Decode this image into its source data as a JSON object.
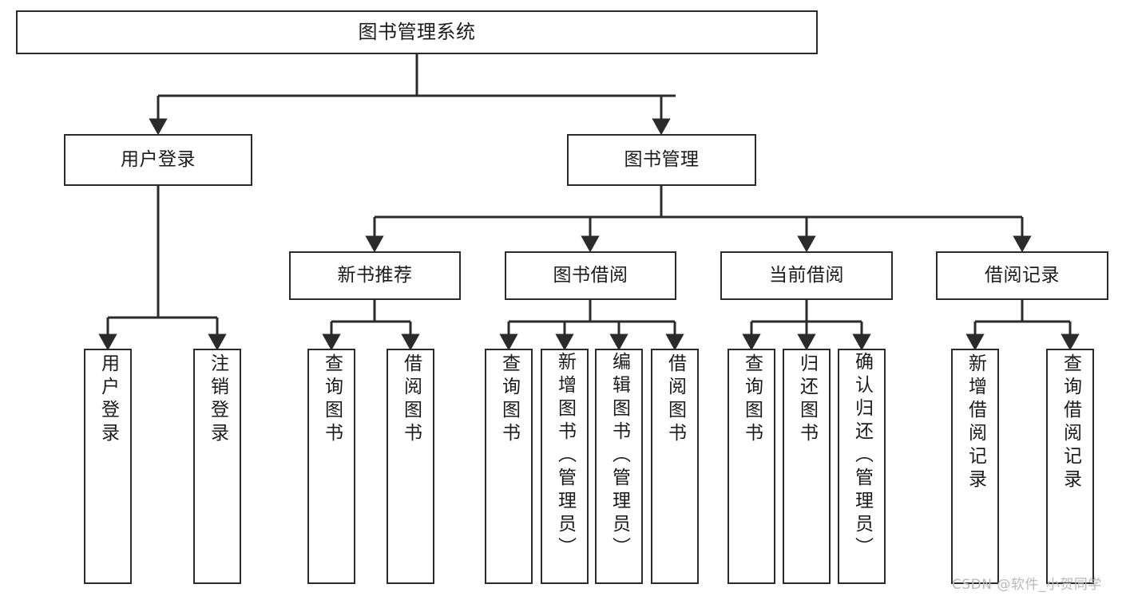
{
  "diagram": {
    "type": "tree-hierarchy-functional-structure",
    "title": "图书管理系统",
    "watermark": "CSDN @软件_小贺同学",
    "colors": {
      "node_border": "#2b2b2b",
      "node_fill": "#ffffff",
      "connector": "#2b2b2b",
      "background": "#ffffff",
      "watermark": "#b9b9b9"
    },
    "nodes": {
      "root": {
        "label": "图书管理系统"
      },
      "level2": [
        {
          "id": "user-login",
          "label": "用户登录"
        },
        {
          "id": "book-management",
          "label": "图书管理"
        }
      ],
      "level3": [
        {
          "id": "new-book-recommend",
          "label": "新书推荐"
        },
        {
          "id": "book-borrow",
          "label": "图书借阅"
        },
        {
          "id": "current-borrow",
          "label": "当前借阅"
        },
        {
          "id": "borrow-record",
          "label": "借阅记录"
        }
      ],
      "leaves": {
        "user-login": [
          {
            "id": "leaf-user-login",
            "label": "用户登录"
          },
          {
            "id": "leaf-logout",
            "label": "注销登录"
          }
        ],
        "new-book-recommend": [
          {
            "id": "leaf-query-book-1",
            "label": "查询图书"
          },
          {
            "id": "leaf-borrow-book-1",
            "label": "借阅图书"
          }
        ],
        "book-borrow": [
          {
            "id": "leaf-query-book-2",
            "label": "查询图书"
          },
          {
            "id": "leaf-add-book",
            "label": "新增图书（管理员）"
          },
          {
            "id": "leaf-edit-book",
            "label": "编辑图书（管理员）"
          },
          {
            "id": "leaf-borrow-book-2",
            "label": "借阅图书"
          }
        ],
        "current-borrow": [
          {
            "id": "leaf-query-book-3",
            "label": "查询图书"
          },
          {
            "id": "leaf-return-book",
            "label": "归还图书"
          },
          {
            "id": "leaf-confirm-return",
            "label": "确认归还（管理员）"
          }
        ],
        "borrow-record": [
          {
            "id": "leaf-add-record",
            "label": "新增借阅记录"
          },
          {
            "id": "leaf-query-record",
            "label": "查询借阅记录"
          }
        ]
      }
    }
  }
}
